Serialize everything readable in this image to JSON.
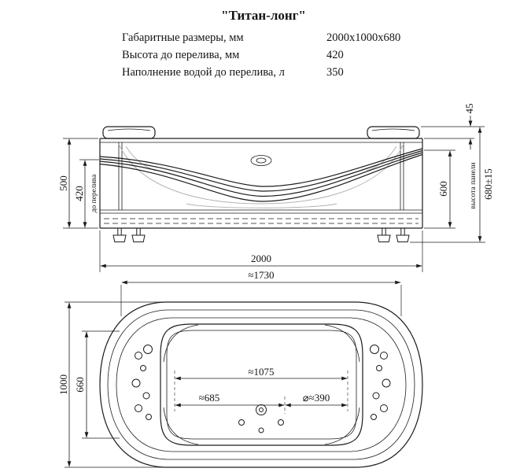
{
  "title": "\"Титан-лонг\"",
  "specs": [
    {
      "label": "Габаритные размеры, мм",
      "value": "2000x1000x680"
    },
    {
      "label": "Высота до перелива, мм",
      "value": "420"
    },
    {
      "label": "Наполнение водой до перелива, л",
      "value": "350"
    }
  ],
  "front": {
    "height_total": "500",
    "height_to_overflow": "420",
    "overflow_note": "до перелива",
    "headrest_height": "45",
    "inner_height": "600",
    "panel_height": "680±15",
    "panel_note": "высота панели",
    "width": "2000"
  },
  "top": {
    "rim_length": "≈1730",
    "width": "1000",
    "inner_width": "660",
    "inner_length": "≈1075",
    "offset_left": "≈685",
    "drain_diameter": "⌀≈390"
  }
}
